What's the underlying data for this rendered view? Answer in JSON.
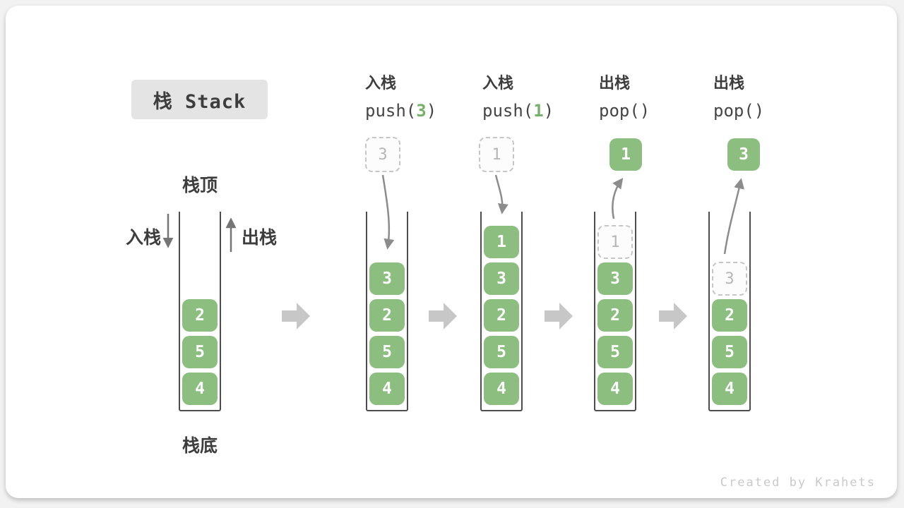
{
  "title": "栈 Stack",
  "footer": "Created by Krahets",
  "stack_labels": {
    "top": "栈顶",
    "bottom": "栈底",
    "push": "入栈",
    "pop": "出栈"
  },
  "operations": [
    {
      "label": "入栈",
      "code": {
        "fn": "push(",
        "arg": "3",
        "close": ")"
      }
    },
    {
      "label": "入栈",
      "code": {
        "fn": "push(",
        "arg": "1",
        "close": ")"
      }
    },
    {
      "label": "出栈",
      "code": {
        "fn": "pop(",
        "arg": "",
        "close": ")"
      }
    },
    {
      "label": "出栈",
      "code": {
        "fn": "pop(",
        "arg": "",
        "close": ")"
      }
    }
  ],
  "stacks": [
    {
      "name": "initial-stack",
      "blocks": [
        "2",
        "5",
        "4"
      ]
    },
    {
      "name": "stack-after-push-3",
      "floating": "3",
      "blocks": [
        "3",
        "2",
        "5",
        "4"
      ]
    },
    {
      "name": "stack-after-push-1",
      "floating": "1",
      "blocks": [
        "1",
        "3",
        "2",
        "5",
        "4"
      ]
    },
    {
      "name": "stack-after-pop-1",
      "floating": "1",
      "ghost": "1",
      "blocks": [
        "3",
        "2",
        "5",
        "4"
      ]
    },
    {
      "name": "stack-after-pop-3",
      "floating": "3",
      "ghost": "3",
      "blocks": [
        "2",
        "5",
        "4"
      ]
    }
  ],
  "colors": {
    "block_green": "#8cbe80",
    "code_arg_green": "#77b06a",
    "curved_arrow_gray": "#8c8c8c",
    "flow_arrow_gray": "#c7c7c7",
    "dashed_border_gray": "#c6c6c6",
    "dark_text": "#3d3d3d",
    "title_box_bg": "#e4e4e4"
  }
}
